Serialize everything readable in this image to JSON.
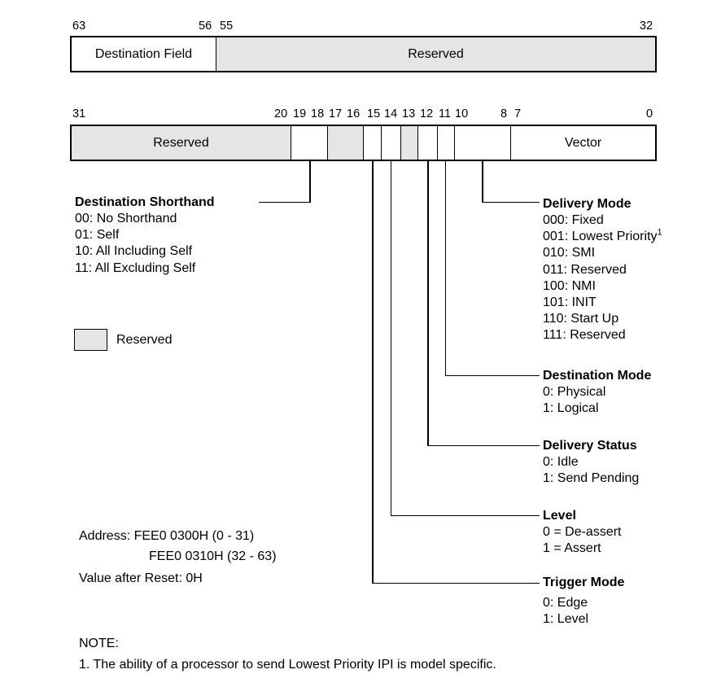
{
  "register_high": {
    "bit_labels": [
      "63",
      "56",
      "55",
      "32"
    ],
    "fields": [
      {
        "bits": "63:56",
        "label": "Destination Field",
        "reserved": false
      },
      {
        "bits": "55:32",
        "label": "Reserved",
        "reserved": true
      }
    ]
  },
  "register_low": {
    "bit_labels": [
      "31",
      "20",
      "19",
      "18",
      "17",
      "16",
      "15",
      "14",
      "13",
      "12",
      "11",
      "10",
      "8",
      "7",
      "0"
    ],
    "fields": [
      {
        "bits": "31:20",
        "label": "Reserved",
        "reserved": true
      },
      {
        "bits": "19:18",
        "label": "",
        "reserved": false
      },
      {
        "bits": "17:16",
        "label": "",
        "reserved": true
      },
      {
        "bits": "15",
        "label": "",
        "reserved": false
      },
      {
        "bits": "14",
        "label": "",
        "reserved": false
      },
      {
        "bits": "13",
        "label": "",
        "reserved": true
      },
      {
        "bits": "12",
        "label": "",
        "reserved": false
      },
      {
        "bits": "11",
        "label": "",
        "reserved": false
      },
      {
        "bits": "10:8",
        "label": "",
        "reserved": false
      },
      {
        "bits": "7:0",
        "label": "Vector",
        "reserved": false
      }
    ]
  },
  "groups": {
    "destination_shorthand": {
      "title": "Destination Shorthand",
      "options": [
        "00: No Shorthand",
        "01: Self",
        "10: All Including Self",
        "11: All Excluding Self"
      ]
    },
    "delivery_mode": {
      "title": "Delivery Mode",
      "options": [
        "000: Fixed",
        "001: Lowest Priority",
        "010: SMI",
        "011: Reserved",
        "100: NMI",
        "101: INIT",
        "110: Start Up",
        "111: Reserved"
      ],
      "footnote_ref": "1"
    },
    "destination_mode": {
      "title": "Destination Mode",
      "options": [
        "0: Physical",
        "1: Logical"
      ]
    },
    "delivery_status": {
      "title": "Delivery Status",
      "options": [
        "0: Idle",
        "1: Send Pending"
      ]
    },
    "level": {
      "title": "Level",
      "options": [
        "0 = De-assert",
        "1 = Assert"
      ]
    },
    "trigger_mode": {
      "title": "Trigger Mode",
      "options": [
        "0: Edge",
        "1: Level"
      ]
    }
  },
  "legend": {
    "label": "Reserved"
  },
  "address": {
    "line1": "Address: FEE0 0300H (0 - 31)",
    "line2": "FEE0 0310H (32 - 63)",
    "line3": "Value after Reset: 0H"
  },
  "note": {
    "heading": "NOTE:",
    "items": [
      "1. The ability of a processor to send Lowest Priority IPI is model specific."
    ]
  },
  "colors": {
    "reserved_fill": "#e5e5e5",
    "line": "#000000",
    "background": "#ffffff"
  }
}
